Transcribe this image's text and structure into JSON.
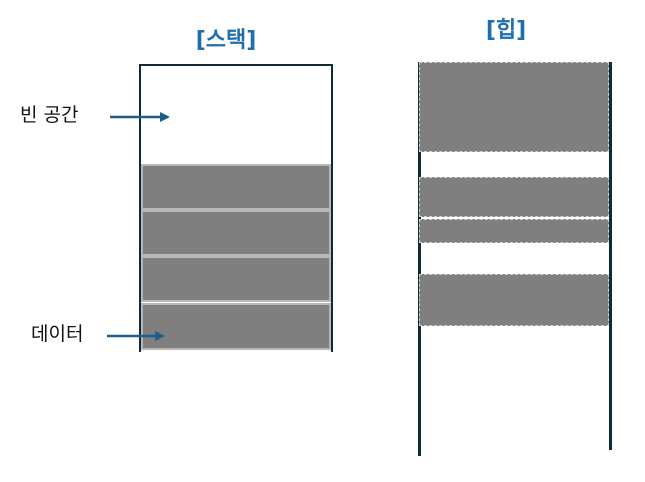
{
  "titles": {
    "stack": "[스택]",
    "heap": "[힙]"
  },
  "labels": {
    "empty_space": "빈 공간",
    "data": "데이터"
  },
  "colors": {
    "title_blue": "#1f6fad",
    "block_gray": "#7f7f7f",
    "border_dark": "#0f2b36",
    "arrow_blue": "#1e5f86"
  }
}
